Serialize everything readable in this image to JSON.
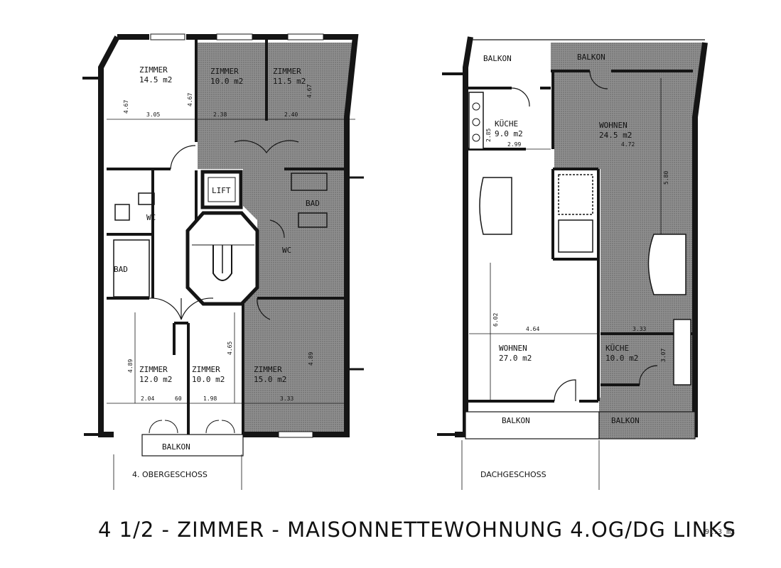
{
  "title": "4 1/2 - ZIMMER - MAISONNETTEWOHNUNG   4.OG/DG   LINKS",
  "total_area": "91.3  m2",
  "plans": {
    "left": {
      "floor_label": "4. OBERGESCHOSS",
      "rooms": [
        {
          "name": "ZIMMER",
          "area": "14.5 m2"
        },
        {
          "name": "ZIMMER",
          "area": "10.0 m2"
        },
        {
          "name": "ZIMMER",
          "area": "11.5 m2"
        },
        {
          "name": "LIFT"
        },
        {
          "name": "WC"
        },
        {
          "name": "BAD"
        },
        {
          "name": "BAD"
        },
        {
          "name": "WC"
        },
        {
          "name": "ZIMMER",
          "area": "12.0 m2"
        },
        {
          "name": "ZIMMER",
          "area": "10.0 m2"
        },
        {
          "name": "ZIMMER",
          "area": "15.0 m2"
        },
        {
          "name": "BALKON"
        }
      ],
      "dimensions": [
        "4.67",
        "3.05",
        "4.67",
        "2.38",
        "4.67",
        "2.40",
        "4.89",
        "2.04",
        "60",
        "1.98",
        "4.65",
        "4.89",
        "3.33"
      ]
    },
    "right": {
      "floor_label": "DACHGESCHOSS",
      "rooms": [
        {
          "name": "BALKON"
        },
        {
          "name": "BALKON"
        },
        {
          "name": "KÜCHE",
          "area": "9.0 m2"
        },
        {
          "name": "WOHNEN",
          "area": "24.5 m2"
        },
        {
          "name": "WOHNEN",
          "area": "27.0 m2"
        },
        {
          "name": "KÜCHE",
          "area": "10.0 m2"
        },
        {
          "name": "BALKON"
        },
        {
          "name": "BALKON"
        }
      ],
      "dimensions": [
        "2.85",
        "2.99",
        "4.72",
        "5.80",
        "6.02",
        "4.64",
        "3.33",
        "3.07"
      ]
    }
  },
  "colors": {
    "wall": "#151515",
    "shade": "#8c8c8c",
    "shade_dark": "#6e6e6e",
    "paper": "#ffffff"
  }
}
